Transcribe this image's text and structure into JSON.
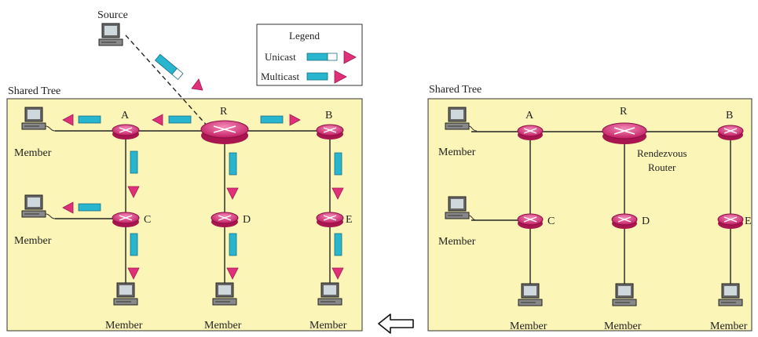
{
  "left_panel": {
    "title": "Shared Tree",
    "source_label": "Source",
    "rp_label": "R",
    "router_labels": [
      "A",
      "B",
      "C",
      "D",
      "E"
    ],
    "member_label": "Member"
  },
  "legend": {
    "title": "Legend",
    "items": [
      {
        "label": "Unicast",
        "kind": "unicast"
      },
      {
        "label": "Multicast",
        "kind": "multicast"
      }
    ]
  },
  "right_panel": {
    "title": "Shared Tree",
    "rp_label": "R",
    "rendezvous_line1": "Rendezvous",
    "rendezvous_line2": "Router",
    "router_labels": [
      "A",
      "B",
      "C",
      "D",
      "E"
    ],
    "member_label": "Member"
  },
  "colors": {
    "panel_fill": "#fbf6b8",
    "router_fill": "#e0307a",
    "packet_fill": "#27b5cf",
    "arrow_fill": "#e0307a"
  },
  "icons": {
    "transition": "arrow-left-icon",
    "host": "computer-icon",
    "router": "router-icon"
  }
}
